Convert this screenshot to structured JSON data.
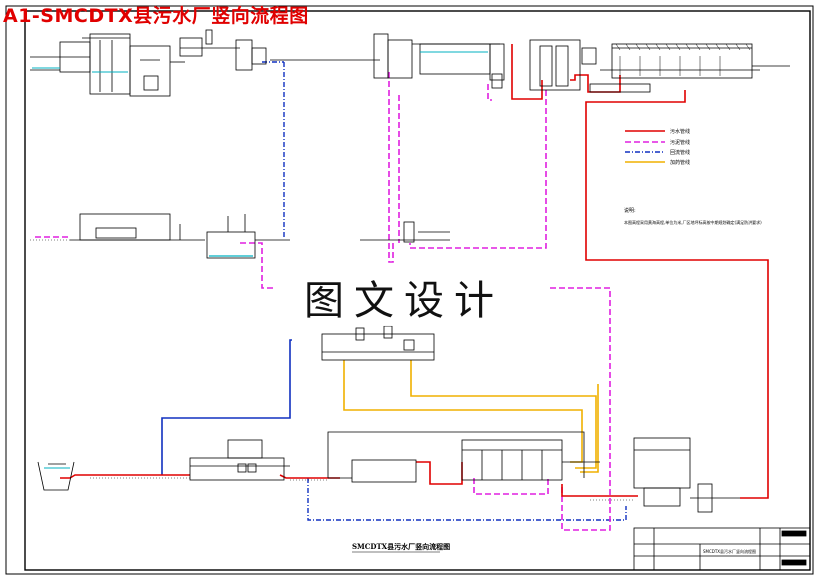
{
  "header": {
    "title": "A1-SMCDTX县污水厂竖向流程图"
  },
  "watermark": {
    "text": "图文设计"
  },
  "legend": {
    "items": [
      {
        "label": "污水管线",
        "color": "#e00000"
      },
      {
        "label": "污泥管线",
        "color": "#e020e0"
      },
      {
        "label": "回流管线",
        "color": "#1030c0"
      },
      {
        "label": "加药管线",
        "color": "#f0b000"
      }
    ]
  },
  "notes": {
    "heading": "说明:",
    "text": "本图高程采用黄海高程,单位为米,厂区地坪标高按中期规划确定(满足防洪要求)"
  },
  "drawing": {
    "sheet_title": "SMCDTX县污水厂竖向流程图"
  },
  "title_block": {
    "drawing_name": "SMCDTX县污水厂竖向流程图"
  }
}
